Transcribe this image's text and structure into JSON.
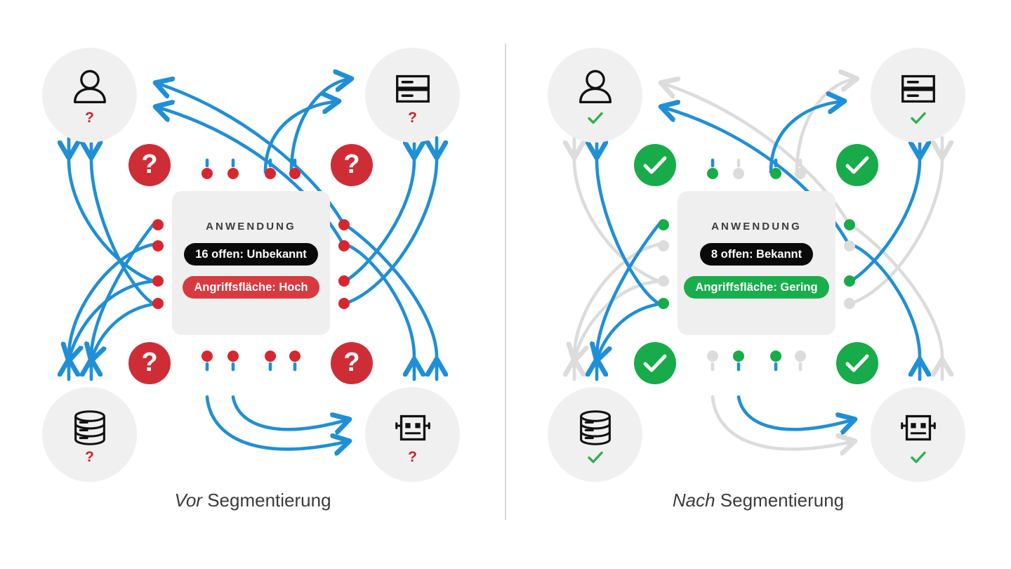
{
  "diagram": {
    "title_semantic": "network-segmentation-before-after-comparison",
    "colors": {
      "flow_active": "#1f8fd6",
      "flow_blocked": "#dcdcdc",
      "dot_risk": "#d8262f",
      "dot_ok": "#17ab4a",
      "dot_blocked": "#dcdcdc",
      "badge_risk": "#cf2d36",
      "badge_ok": "#17ab4a",
      "pill_dark": "#0a0a0a",
      "pill_high": "#d93a3f",
      "pill_low": "#18ae4b",
      "node_circle": "#f0f0f0",
      "card_bg": "#efefef",
      "divider": "#d8d8d8",
      "text": "#3b3b3b"
    }
  },
  "panels": [
    {
      "id": "before",
      "caption_emphasis": "Vor",
      "caption_rest": " Segmentierung",
      "card": {
        "title": "ANWENDUNG",
        "ports_pill": "16 offen: Unbekannt",
        "surface_pill": "Angriffsfläche: Hoch",
        "surface_level": "high"
      },
      "nodes": [
        {
          "position": "top-left",
          "icon": "user-icon",
          "status_mark": "?",
          "status": "unknown"
        },
        {
          "position": "top-right",
          "icon": "server-icon",
          "status_mark": "?",
          "status": "unknown"
        },
        {
          "position": "bottom-left",
          "icon": "database-icon",
          "status_mark": "?",
          "status": "unknown"
        },
        {
          "position": "bottom-right",
          "icon": "robot-icon",
          "status_mark": "?",
          "status": "unknown"
        }
      ],
      "badges": [
        {
          "position": "top-left",
          "symbol": "?",
          "kind": "risk"
        },
        {
          "position": "top-right",
          "symbol": "?",
          "kind": "risk"
        },
        {
          "position": "bottom-left",
          "symbol": "?",
          "kind": "risk"
        },
        {
          "position": "bottom-right",
          "symbol": "?",
          "kind": "risk"
        }
      ],
      "flows": {
        "all_allowed": true,
        "outer_flow_state": "active",
        "inner_flow_state": "active",
        "outer_dot_color": "#d8262f",
        "inner_dot_color": "#d8262f"
      }
    },
    {
      "id": "after",
      "caption_emphasis": "Nach",
      "caption_rest": " Segmentierung",
      "card": {
        "title": "ANWENDUNG",
        "ports_pill": "8 offen: Bekannt",
        "surface_pill": "Angriffsfläche: Gering",
        "surface_level": "low"
      },
      "nodes": [
        {
          "position": "top-left",
          "icon": "user-icon",
          "status_mark": "✓",
          "status": "known"
        },
        {
          "position": "top-right",
          "icon": "server-icon",
          "status_mark": "✓",
          "status": "known"
        },
        {
          "position": "bottom-left",
          "icon": "database-icon",
          "status_mark": "✓",
          "status": "known"
        },
        {
          "position": "bottom-right",
          "icon": "robot-icon",
          "status_mark": "✓",
          "status": "known"
        }
      ],
      "badges": [
        {
          "position": "top-left",
          "symbol": "✓",
          "kind": "ok"
        },
        {
          "position": "top-right",
          "symbol": "✓",
          "kind": "ok"
        },
        {
          "position": "bottom-left",
          "symbol": "✓",
          "kind": "ok"
        },
        {
          "position": "bottom-right",
          "symbol": "✓",
          "kind": "ok"
        }
      ],
      "flows": {
        "all_allowed": false,
        "outer_flow_state": "blocked",
        "inner_flow_state": "active",
        "outer_dot_color": "#dcdcdc",
        "inner_dot_color": "#17ab4a"
      }
    }
  ]
}
